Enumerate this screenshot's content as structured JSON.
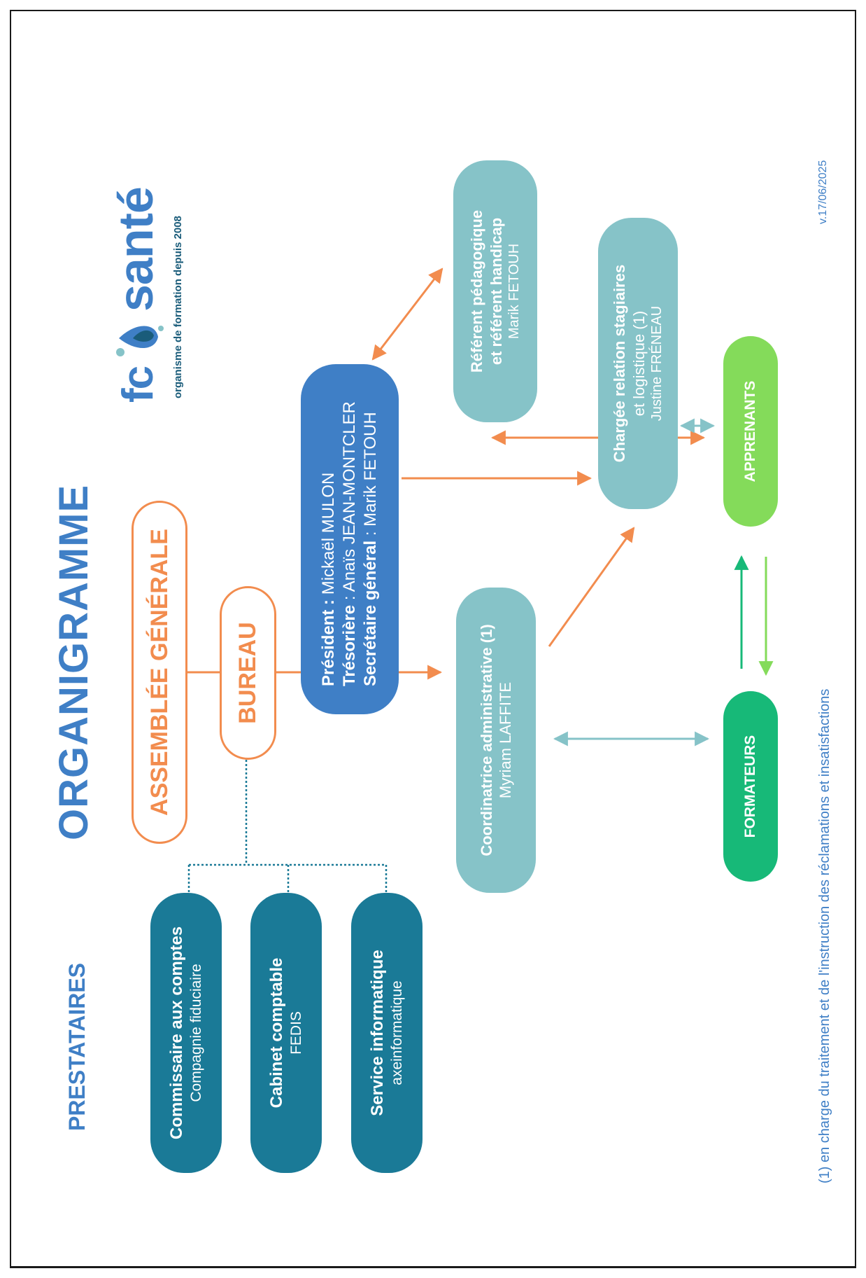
{
  "title": "ORGANIGRAMME",
  "logo": {
    "brand_fc": "fc",
    "brand_sante": "santé",
    "tagline": "organisme de formation depuis 2008",
    "colors": {
      "text": "#3f7fc6",
      "drop_blue": "#3f7fc6",
      "drop_teal": "#86c3c8",
      "drop_dark": "#1a5c7a"
    }
  },
  "prestataires": {
    "heading": "PRESTATAIRES",
    "items": [
      {
        "title": "Commissaire aux comptes",
        "subtitle": "Compagnie fiduciaire"
      },
      {
        "title": "Cabinet comptable",
        "subtitle": "FEDIS"
      },
      {
        "title": "Service informatique",
        "subtitle": "axeinformatique"
      }
    ]
  },
  "assemblee": "ASSEMBLÉE GÉNÉRALE",
  "bureau": "BUREAU",
  "bureau_members": {
    "president_role": "Président :",
    "president_name": "Mickaël MULON",
    "tresoriere_role": "Trésorière",
    "tresoriere_name": ": Anaïs JEAN-MONTCLER",
    "secretaire_role": "Secrétaire général",
    "secretaire_name": ": Marik FETOUH"
  },
  "referent": {
    "line1": "Référent pédagogique",
    "line2": "et référent handicap",
    "name": "Marik FETOUH"
  },
  "chargee": {
    "line1": "Chargée relation stagiaires",
    "line2": "et logistique (1)",
    "name": "Justine FRÉNEAU"
  },
  "coordinatrice": {
    "line1": "Coordinatrice administrative (1)",
    "name": "Myriam LAFFITE"
  },
  "apprenants": "APPRENANTS",
  "formateurs": "FORMATEURS",
  "footnote": "(1) en charge du traitement et de l'instruction des réclamations et insatisfactions",
  "version": "v.17/06/2025",
  "colors": {
    "orange": "#f28c4e",
    "teal_dark": "#1a7a97",
    "blue": "#3f7fc6",
    "aqua": "#86c3c8",
    "green_dark": "#17b978",
    "green_light": "#84db5a",
    "frame": "#1a1a1a"
  }
}
